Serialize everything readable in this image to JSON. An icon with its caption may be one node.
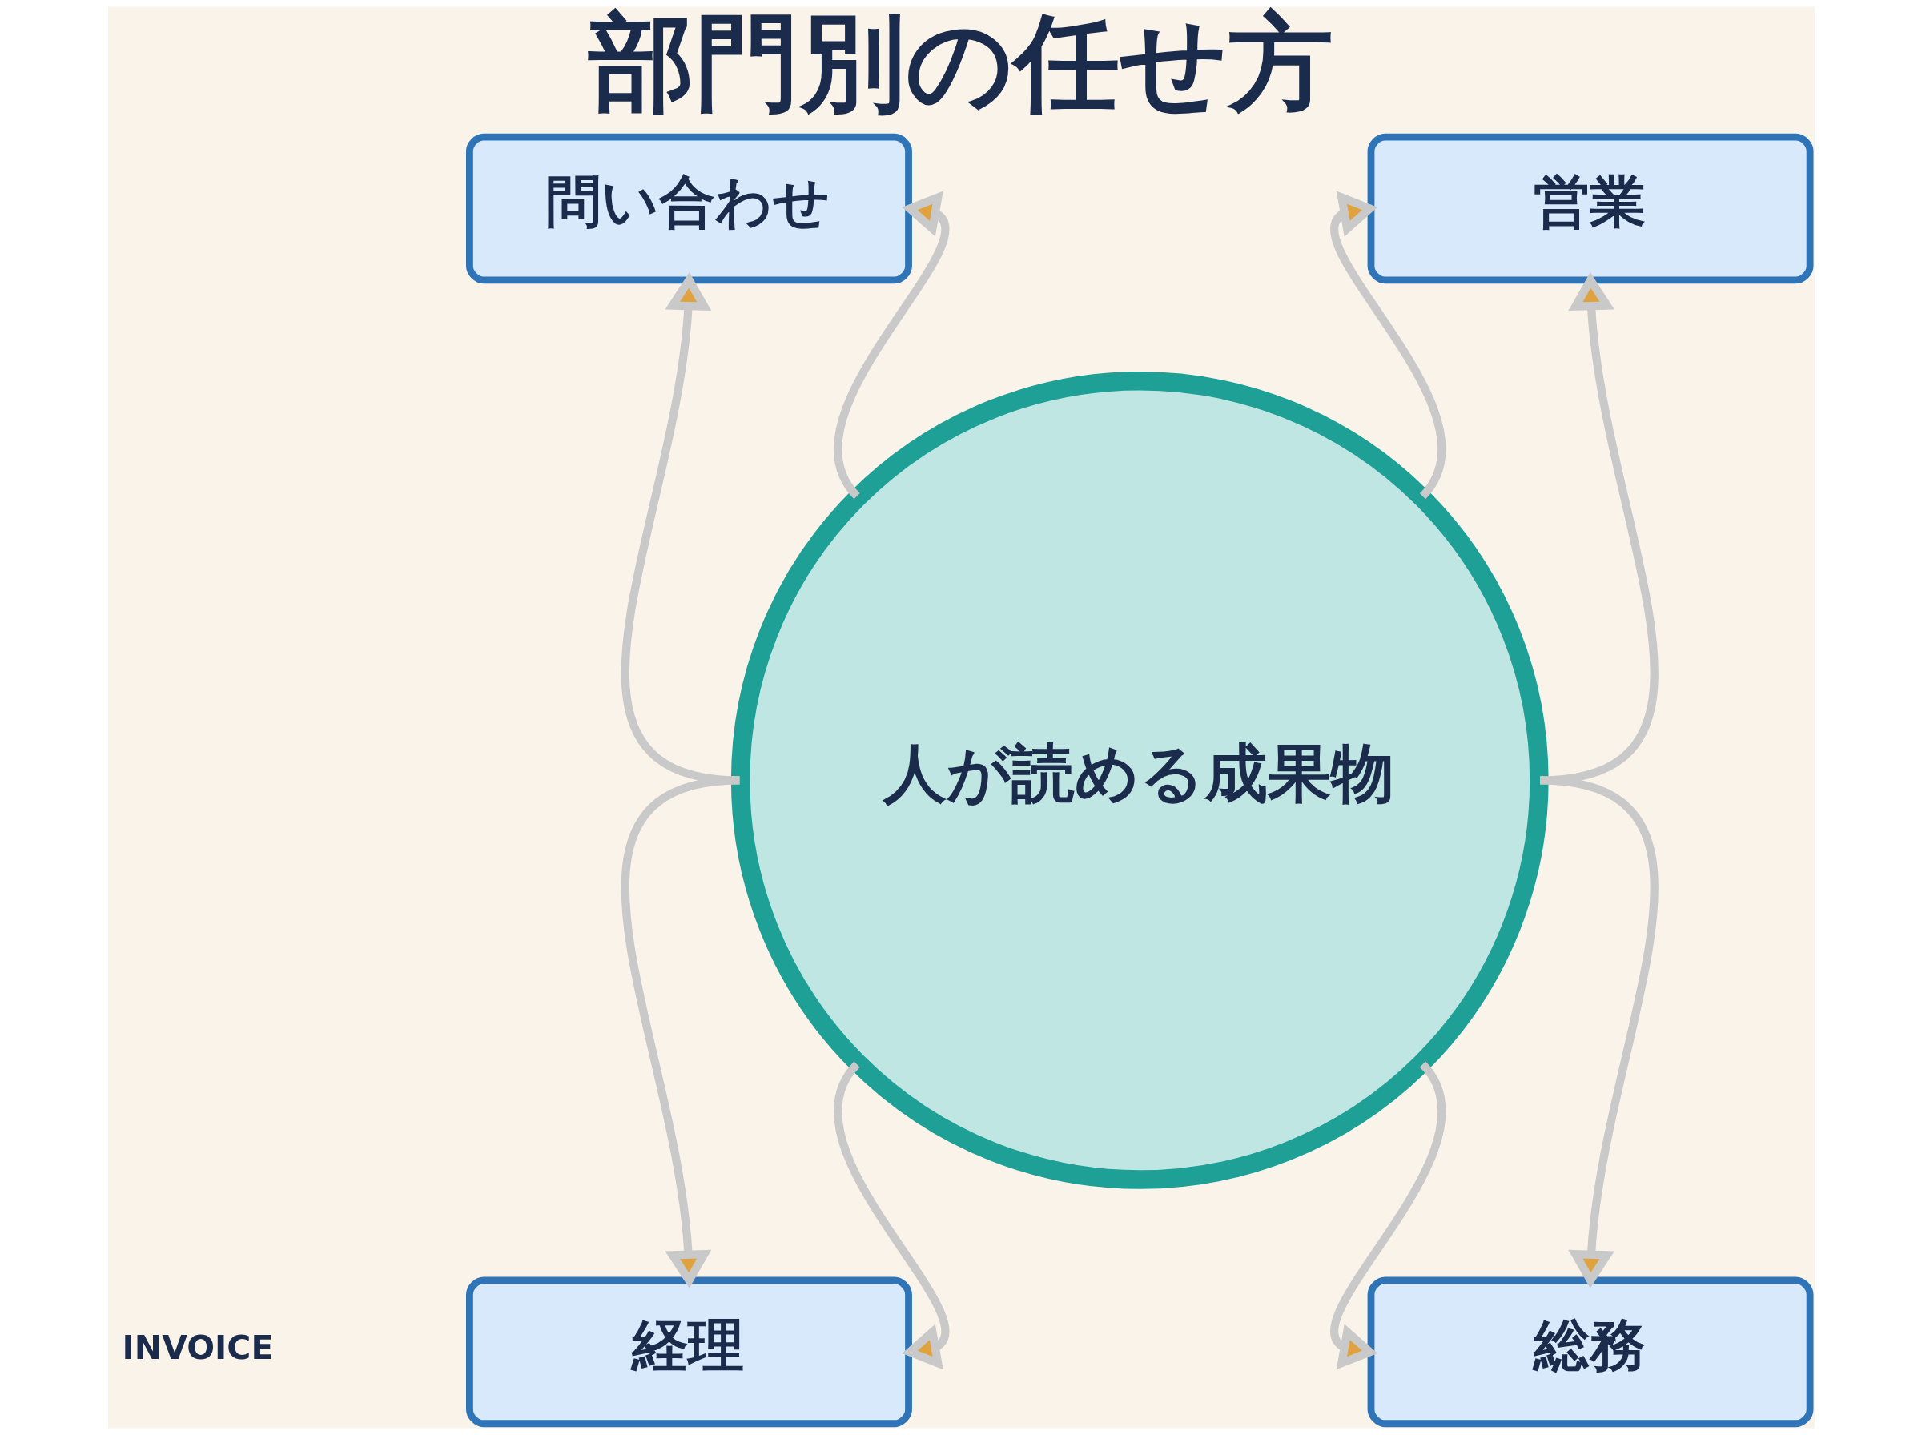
{
  "diagram": {
    "title": "部門別の任せ方",
    "nodes": [
      {
        "text": [
          "問い合わせ"
        ]
      },
      {
        "text": [
          "営業"
        ]
      },
      {
        "text": [
          "人が読める成果物"
        ]
      },
      {
        "text": [
          "経理"
        ]
      },
      {
        "text": [
          "総務"
        ]
      }
    ],
    "edges": [
      {
        "from": 2,
        "to": 0,
        "arrow": "to"
      },
      {
        "from": 2,
        "to": 0,
        "arrow": "to"
      },
      {
        "from": 2,
        "to": 1,
        "arrow": "to"
      },
      {
        "from": 2,
        "to": 1,
        "arrow": "to"
      },
      {
        "from": 2,
        "to": 3,
        "arrow": "to"
      },
      {
        "from": 2,
        "to": 3,
        "arrow": "to"
      },
      {
        "from": 2,
        "to": 4,
        "arrow": "to"
      },
      {
        "from": 2,
        "to": 4,
        "arrow": "to"
      }
    ],
    "labels": [
      "INVOICE"
    ]
  }
}
